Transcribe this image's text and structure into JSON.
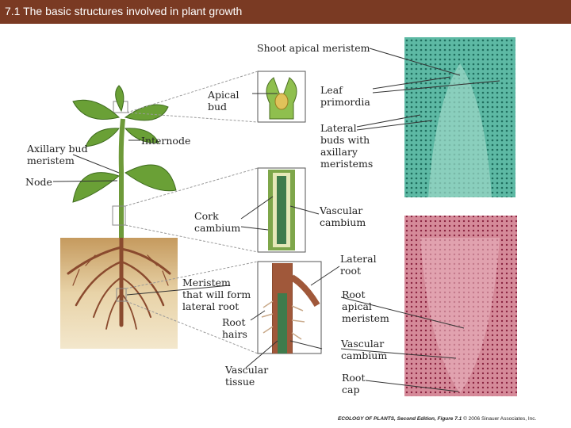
{
  "slide": {
    "title": "7.1  The basic structures involved in plant growth"
  },
  "labels": {
    "shoot_apical_meristem": "Shoot apical meristem",
    "leaf_primordia": [
      "Leaf",
      "primordia"
    ],
    "lateral_buds": [
      "Lateral",
      "buds with",
      "axillary",
      "meristems"
    ],
    "apical_bud": [
      "Apical",
      "bud"
    ],
    "internode": "Internode",
    "axillary_bud_meristem": [
      "Axillary bud",
      "meristem"
    ],
    "node": "Node",
    "cork_cambium": [
      "Cork",
      "cambium"
    ],
    "vascular_cambium_upper": [
      "Vascular",
      "cambium"
    ],
    "lateral_root": [
      "Lateral",
      "root"
    ],
    "meristem_lateral_root": [
      "Meristem",
      "that will form",
      "lateral root"
    ],
    "root_apical_meristem": [
      "Root",
      "apical",
      "meristem"
    ],
    "root_hairs": [
      "Root",
      "hairs"
    ],
    "vascular_cambium_lower": [
      "Vascular",
      "cambium"
    ],
    "vascular_tissue": [
      "Vascular",
      "tissue"
    ],
    "root_cap": [
      "Root",
      "cap"
    ]
  },
  "credit": {
    "book": "ECOLOGY OF PLANTS, Second Edition, Figure 7.1",
    "copyright": "© 2006 Sinauer Associates, Inc."
  },
  "colors": {
    "title_bar": "#7a3a23",
    "soil": "#e8d3a8",
    "root": "#8a4a2e",
    "leaf": "#6aa036",
    "micro_shoot": "#2f9a82",
    "micro_root": "#b8405a"
  }
}
